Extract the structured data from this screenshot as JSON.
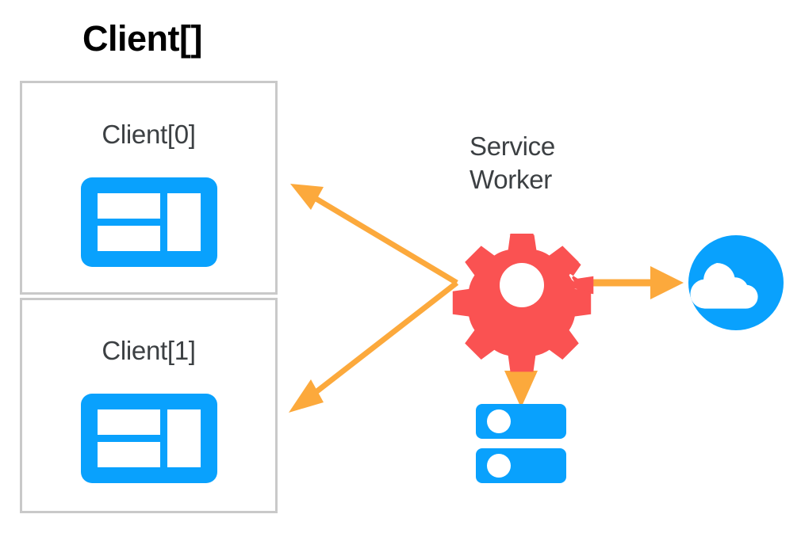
{
  "diagram": {
    "title": "Client[]",
    "background_color": "#ffffff",
    "colors": {
      "blue": "#09a1fd",
      "red": "#fa5252",
      "orange": "#fca93c",
      "border_gray": "#c9c9c9",
      "text_dark": "#3c4043",
      "text_black": "#000000"
    }
  },
  "clients": [
    {
      "label": "Client[0]",
      "icon": "browser-window-icon"
    },
    {
      "label": "Client[1]",
      "icon": "browser-window-icon"
    }
  ],
  "service_worker": {
    "label_line_1": "Service",
    "label_line_2": "Worker",
    "icon": "gear-icon"
  },
  "nodes": {
    "cloud": {
      "icon": "cloud-icon"
    },
    "storage": {
      "icon": "server-storage-icon"
    }
  },
  "arrows": [
    {
      "name": "service-worker-to-client-0",
      "from": "service-worker",
      "to": "client-0",
      "direction": "up-left",
      "color": "#fca93c"
    },
    {
      "name": "service-worker-to-client-1",
      "from": "service-worker",
      "to": "client-1",
      "direction": "down-left",
      "color": "#fca93c"
    },
    {
      "name": "service-worker-to-cloud",
      "from": "service-worker",
      "to": "cloud",
      "direction": "right",
      "color": "#fca93c"
    },
    {
      "name": "service-worker-to-storage",
      "from": "service-worker",
      "to": "storage",
      "direction": "down",
      "color": "#fca93c"
    }
  ]
}
